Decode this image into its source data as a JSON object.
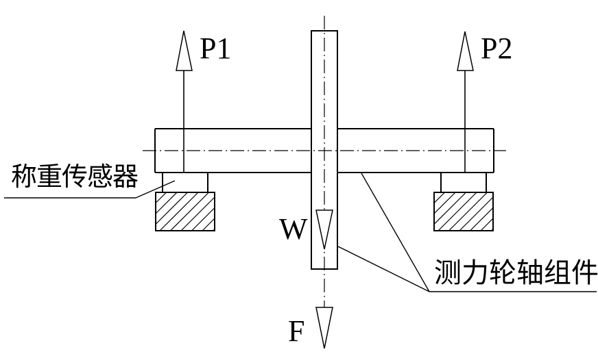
{
  "canvas": {
    "background": "#ffffff",
    "line_color": "#000000"
  },
  "labels": {
    "p1": "P1",
    "p2": "P2",
    "w": "W",
    "f": "F",
    "load_cell": "称重传感器",
    "axle_assembly": "测力轮轴组件"
  }
}
